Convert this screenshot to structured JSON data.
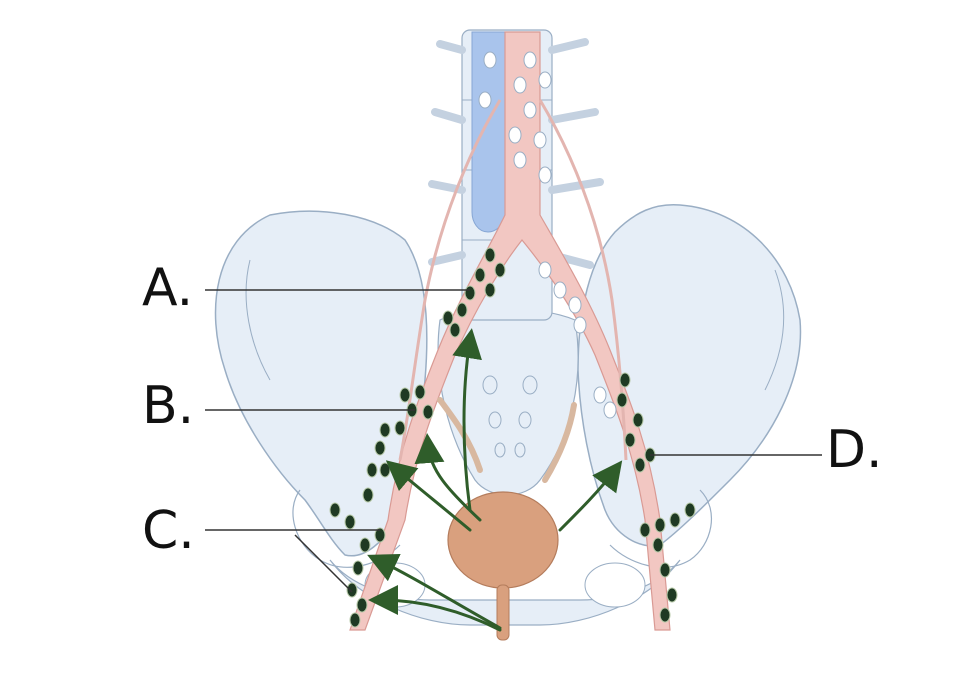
{
  "labels": {
    "a": "A.",
    "b": "B.",
    "c": "C.",
    "d": "D."
  },
  "colors": {
    "bone_fill": "#e6eef7",
    "bone_stroke": "#9aaec4",
    "artery_fill": "#f2c7c2",
    "artery_stroke": "#d99a94",
    "vein_fill": "#a9c4ec",
    "lymph_node": "#1f3a23",
    "lymph_node_outline": "#b7c9a8",
    "arrow": "#2f5d2a",
    "bladder": "#d9a07e",
    "leader_line": "#333333"
  },
  "icons": {
    "spine": "vertebral-column",
    "pelvis": "pelvic-bones",
    "bladder": "urinary-bladder",
    "lymph_node": "lymph-node-oval",
    "arrow": "lymphatic-drainage-arrow"
  }
}
